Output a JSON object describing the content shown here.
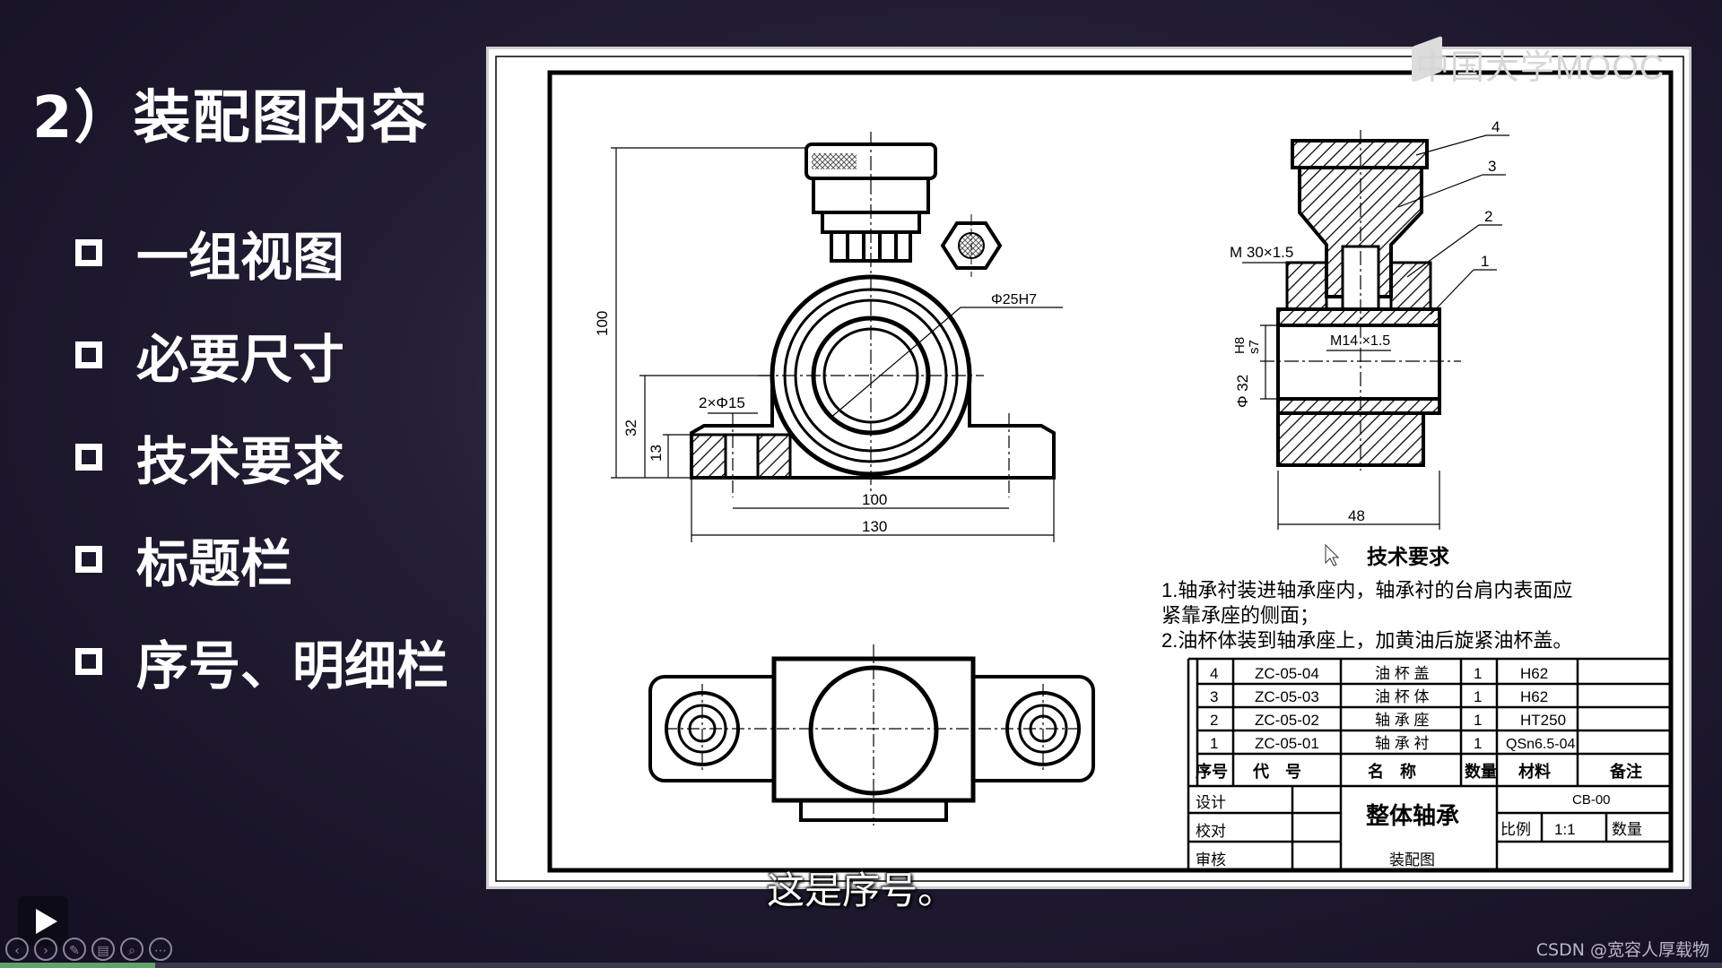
{
  "slide": {
    "title": "2）装配图内容",
    "bullets": [
      "一组视图",
      "必要尺寸",
      "技术要求",
      "标题栏",
      "序号、明细栏"
    ]
  },
  "watermark": "中国大学MOOC",
  "drawing": {
    "tech_title": "技术要求",
    "tech_lines": [
      "1.轴承衬装进轴承座内，轴承衬的台肩内表面应",
      "紧靠承座的侧面；",
      "2.油杯体装到轴承座上，加黄油后旋紧油杯盖。"
    ],
    "dims": {
      "d100v": "100",
      "d32": "32",
      "d13": "13",
      "holes": "2×Φ15",
      "bore": "Φ25H7",
      "d100h": "100",
      "d130": "130",
      "m30": "M 30×1.5",
      "m14": "M14 ×1.5",
      "fit_num": "H8",
      "fit_den": "s7",
      "dia32": "Φ 32",
      "d48": "48"
    },
    "balloons": [
      "4",
      "3",
      "2",
      "1"
    ],
    "bom": {
      "rows": [
        {
          "no": "4",
          "code": "ZC-05-04",
          "name": "油 杯 盖",
          "qty": "1",
          "material": "H62",
          "note": ""
        },
        {
          "no": "3",
          "code": "ZC-05-03",
          "name": "油 杯 体",
          "qty": "1",
          "material": "H62",
          "note": ""
        },
        {
          "no": "2",
          "code": "ZC-05-02",
          "name": "轴 承 座",
          "qty": "1",
          "material": "HT250",
          "note": ""
        },
        {
          "no": "1",
          "code": "ZC-05-01",
          "name": "轴 承 衬",
          "qty": "1",
          "material": "QSn6.5-04",
          "note": ""
        }
      ],
      "headers": [
        "序号",
        "代　号",
        "名　称",
        "数量",
        "材料",
        "备注"
      ]
    },
    "title_block": {
      "design": "设计",
      "check": "校对",
      "review": "审核",
      "name": "整体轴承",
      "type": "装配图",
      "code": "CB-00",
      "scale_label": "比例",
      "scale": "1:1",
      "qty_label": "数量"
    }
  },
  "caption": "这是序号。",
  "player": {
    "progress": 0.09,
    "tool_icons": [
      "prev-icon",
      "next-icon",
      "pen-icon",
      "slides-icon",
      "zoom-icon",
      "more-icon"
    ]
  },
  "credit": "CSDN @宽容人厚载物"
}
